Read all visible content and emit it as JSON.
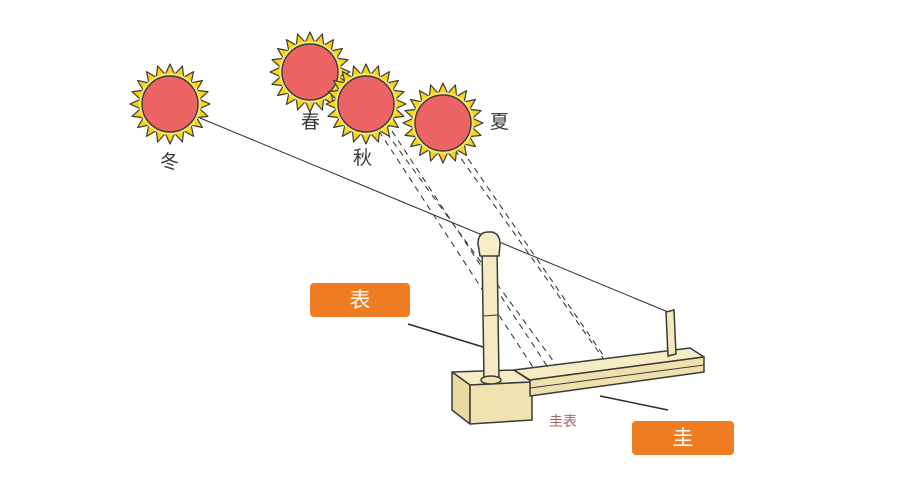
{
  "colors": {
    "sun_fill": "#ec6464",
    "sun_rays": "#f7d416",
    "tag_background": "#ef7b22",
    "wood": "#f3e7b7",
    "caption": "#b0626a"
  },
  "icons": [
    "sun-icon"
  ],
  "seasons": {
    "winter": "冬",
    "spring": "春",
    "autumn": "秋",
    "summer": "夏"
  },
  "labels": {
    "biao": "表",
    "gui": "圭",
    "instrument": "圭表"
  }
}
